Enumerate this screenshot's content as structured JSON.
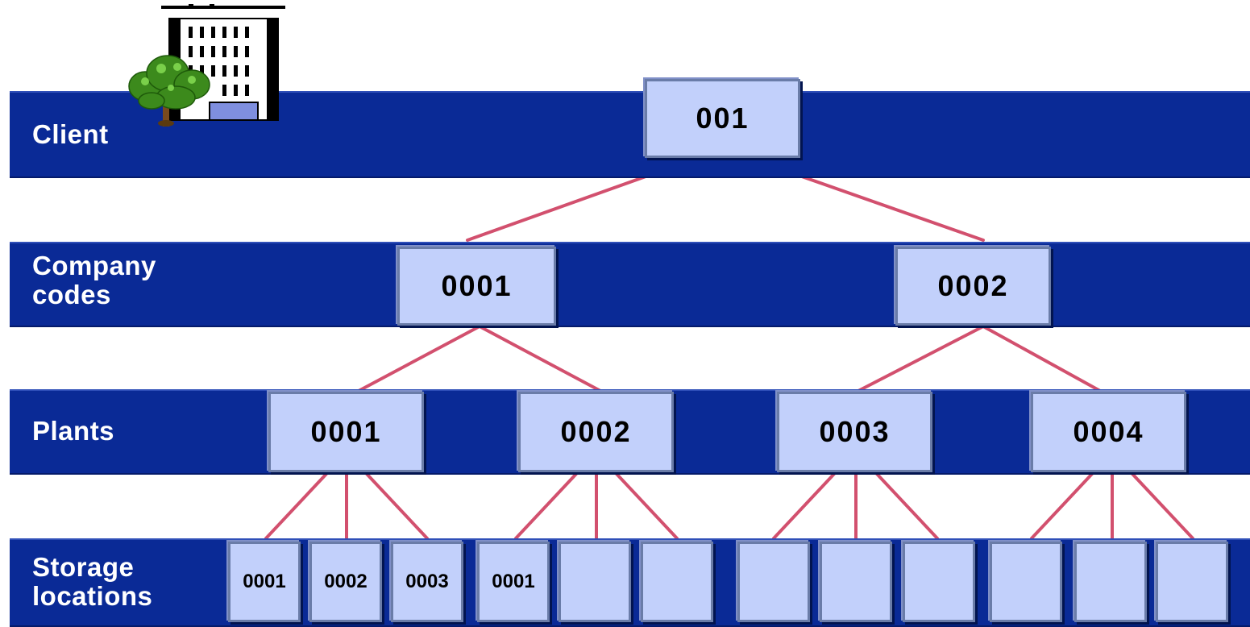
{
  "levels": {
    "client": "Client",
    "company_codes": "Company\ncodes",
    "plants": "Plants",
    "storage_locations": "Storage\nlocations"
  },
  "client": {
    "id": "001"
  },
  "company_codes": [
    {
      "id": "0001"
    },
    {
      "id": "0002"
    }
  ],
  "plants": [
    {
      "id": "0001"
    },
    {
      "id": "0002"
    },
    {
      "id": "0003"
    },
    {
      "id": "0004"
    }
  ],
  "storage_locations": [
    {
      "id": "0001"
    },
    {
      "id": "0002"
    },
    {
      "id": "0003"
    },
    {
      "id": "0001"
    },
    {
      "id": ""
    },
    {
      "id": ""
    },
    {
      "id": ""
    },
    {
      "id": ""
    },
    {
      "id": ""
    },
    {
      "id": ""
    },
    {
      "id": ""
    },
    {
      "id": ""
    }
  ],
  "colors": {
    "band": "#0a2a96",
    "node_fill": "#c2d0fb",
    "connector": "#d2506e"
  },
  "icons": {
    "logo": "building-with-tree-icon"
  }
}
